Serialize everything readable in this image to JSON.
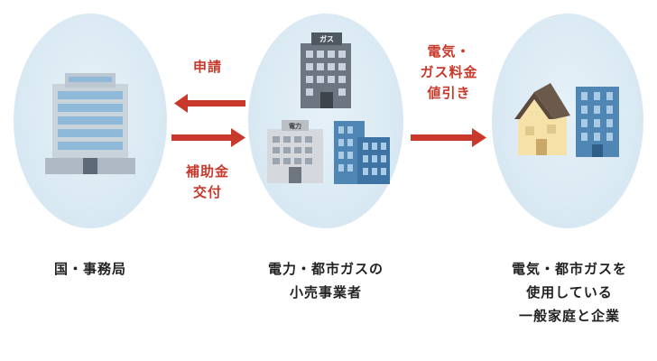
{
  "nodes": {
    "government": {
      "lines": [
        "国・事務局"
      ],
      "icon": "government-office-building-icon"
    },
    "utility": {
      "lines": [
        "電力・都市ガスの",
        "小売事業者"
      ],
      "icons": [
        "gas-company-building-icon",
        "electric-company-building-icon",
        "office-buildings-icon"
      ]
    },
    "consumers": {
      "lines": [
        "電気・都市ガスを",
        "使用している",
        "一般家庭と企業"
      ],
      "icons": [
        "house-icon",
        "office-building-icon"
      ]
    }
  },
  "flows": {
    "application": {
      "lines": [
        "申請"
      ],
      "direction": "utility-to-government"
    },
    "subsidy": {
      "lines": [
        "補助金",
        "交付"
      ],
      "direction": "government-to-utility"
    },
    "discount": {
      "lines": [
        "電気・",
        "ガス料金",
        "値引き"
      ],
      "direction": "utility-to-consumers"
    }
  },
  "signs": {
    "gas": "ガス",
    "electric": "電力"
  },
  "colors": {
    "arrow": "#c9392b",
    "circle": "#d8e8f2",
    "text": "#222222"
  }
}
